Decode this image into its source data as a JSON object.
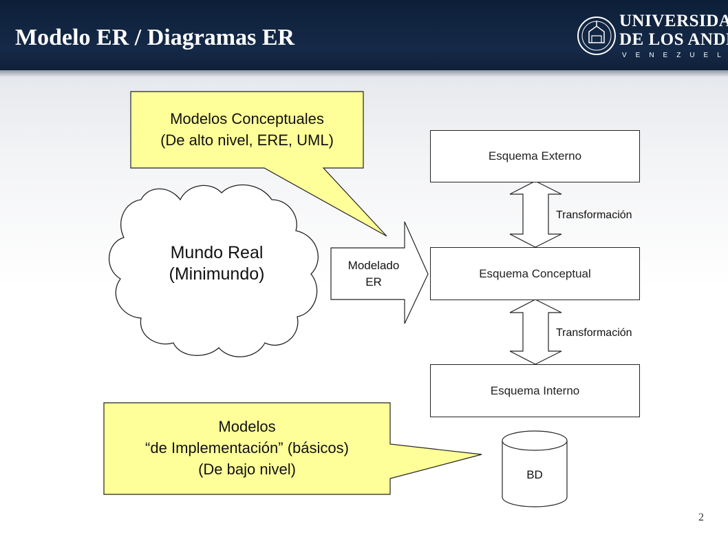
{
  "slide": {
    "title": "Modelo ER / Diagramas ER",
    "page_number": "2"
  },
  "logo": {
    "line1": "UNIVERSIDAD",
    "line2": "DE LOS ANDES",
    "line3": "VENEZUELA"
  },
  "diagram": {
    "callout_conceptual": {
      "line1": "Modelos Conceptuales",
      "line2": "(De alto nivel, ERE, UML)"
    },
    "cloud": {
      "line1": "Mundo Real",
      "line2": "(Minimundo)"
    },
    "modelado_arrow": {
      "line1": "Modelado",
      "line2": "ER"
    },
    "esquema_externo": "Esquema Externo",
    "esquema_conceptual": "Esquema Conceptual",
    "esquema_interno": "Esquema Interno",
    "transformacion_1": "Transformación",
    "transformacion_2": "Transformación",
    "callout_implementacion": {
      "line1": "Modelos",
      "line2": "“de Implementación” (básicos)",
      "line3": "(De bajo nivel)"
    },
    "database": "BD"
  },
  "colors": {
    "header": "#152a48",
    "callout_fill": "#ffff99",
    "outline": "#222222"
  }
}
